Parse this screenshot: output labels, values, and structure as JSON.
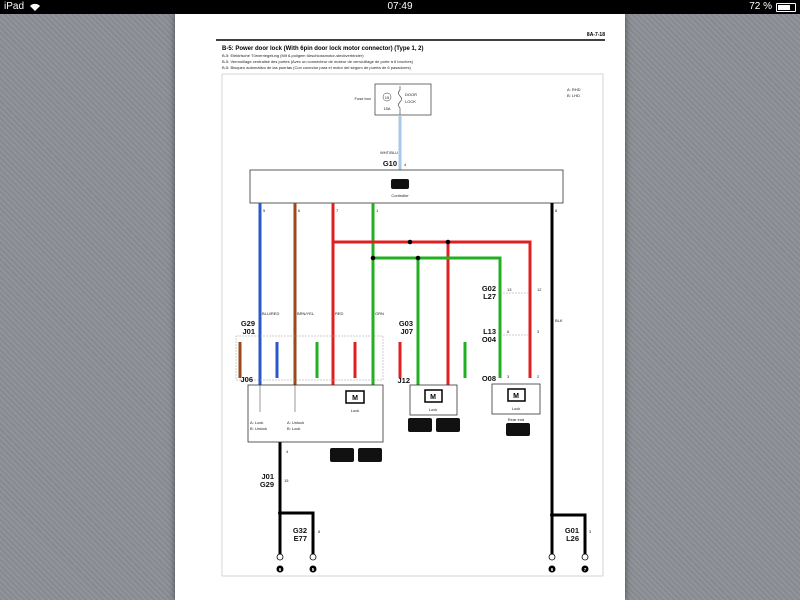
{
  "status_bar": {
    "device": "iPad",
    "time": "07:49",
    "battery": "72 %",
    "battery_level": 0.72
  },
  "document": {
    "page_number": "8A-7-18",
    "title": "B-5: Power door lock (With 6pin door lock motor connector) (Type 1, 2)",
    "subtitles": [
      "B-5: Elektrische Türverriegelung (Mit 6-poligem türschlossmotor-steckverbinder)",
      "B-5: Verrouillage centralisé des portes (Avec un connecteur de moteur de verrouillage de porte à 6 broches)",
      "B-5: Bloqueo automático de las puertas (Con conector para el motor del seguro de puerta de 6 pasadores)"
    ],
    "legend": {
      "a": "A: RHD",
      "b": "B: LHD"
    },
    "fuse": {
      "box_label": "Fuse box",
      "number": "15",
      "rating": "15A",
      "name1": "DOOR",
      "name2": "LOCK"
    },
    "wire_colors": {
      "wht_blu": "WHT/BLU",
      "blu_red": "BLU/RED",
      "brn_yel": "BRN/YEL",
      "red": "RED",
      "grn": "GRN",
      "blk": "BLK"
    },
    "connectors": {
      "g10": "G10",
      "g10_pin": "4",
      "g29": "G29",
      "j01": "J01",
      "j06": "J06",
      "g03": "G03",
      "j07": "J07",
      "j12": "J12",
      "g02": "G02",
      "l27": "L27",
      "l13": "L13",
      "o04": "O04",
      "o08": "O08",
      "j01b": "J01",
      "g29b": "G29",
      "g32": "G32",
      "e77": "E77",
      "g01": "G01",
      "l26": "L26"
    },
    "pins": {
      "ctrl": [
        "5",
        "6",
        "7",
        "1",
        "8"
      ],
      "g02_grn": "13",
      "g02_red": "12",
      "l13_grn": "6",
      "l13_red": "3",
      "o08_grn": "3",
      "o08_red": "2",
      "j06_out": "4",
      "j01_pin": "15",
      "g32_pin": "8",
      "g01_pin": "3"
    },
    "controller_label": "Controller",
    "motor": {
      "symbol": "M",
      "lock": "Lock",
      "rear_end": "Rear end"
    },
    "switch": {
      "a_lock": "A: Lock",
      "b_unlock": "B: Unlock",
      "a_unlock": "A: Unlock",
      "b_lock": "B: Lock"
    },
    "grounds": [
      "6",
      "5",
      "6",
      "7"
    ]
  },
  "colors": {
    "red": "#e02020",
    "green": "#22b022",
    "blue": "#2a58c8",
    "brown": "#9a4a1a",
    "lightblue": "#a8c8e8",
    "black": "#000000"
  }
}
